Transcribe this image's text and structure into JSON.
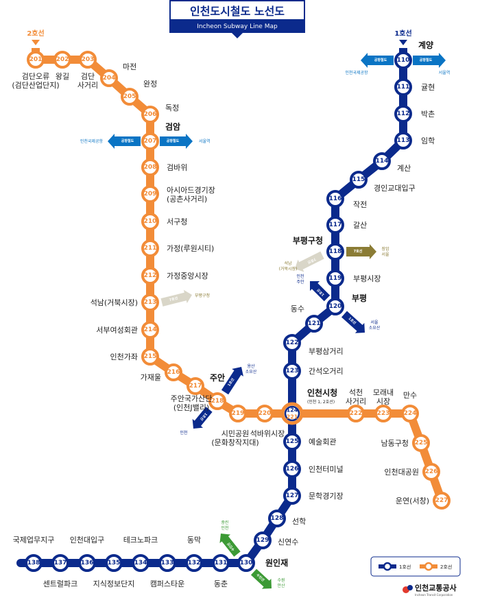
{
  "header": {
    "title": "인천도시철도 노선도",
    "subtitle": "Incheon Subway Line Map"
  },
  "colors": {
    "line1": "#0b2a8c",
    "line2": "#f28c38",
    "airport": "#0a74c4",
    "line7": "#8b7c35",
    "suin": "#3c9a35",
    "gyeongin": "#d9d6c8",
    "header_bg": "#0b2a8c"
  },
  "line_badges": {
    "line2": "2호선",
    "line1": "1호선"
  },
  "line1_stations": [
    {
      "code": "110",
      "name": "계양"
    },
    {
      "code": "111",
      "name": "귤현"
    },
    {
      "code": "112",
      "name": "박촌"
    },
    {
      "code": "113",
      "name": "임학"
    },
    {
      "code": "114",
      "name": "계산"
    },
    {
      "code": "115",
      "name": "경인교대입구"
    },
    {
      "code": "116",
      "name": "작전"
    },
    {
      "code": "117",
      "name": "갈산"
    },
    {
      "code": "118",
      "name": "부평구청"
    },
    {
      "code": "119",
      "name": "부평시장"
    },
    {
      "code": "120",
      "name": "부평"
    },
    {
      "code": "121",
      "name": "동수"
    },
    {
      "code": "122",
      "name": "부평삼거리"
    },
    {
      "code": "123",
      "name": "간석오거리"
    },
    {
      "code": "124",
      "name": "인천시청"
    },
    {
      "code": "125",
      "name": "예술회관"
    },
    {
      "code": "126",
      "name": "인천터미널"
    },
    {
      "code": "127",
      "name": "문학경기장"
    },
    {
      "code": "128",
      "name": "선학"
    },
    {
      "code": "129",
      "name": "신연수"
    },
    {
      "code": "130",
      "name": "원인재"
    },
    {
      "code": "131",
      "name": "동춘"
    },
    {
      "code": "132",
      "name": "동막"
    },
    {
      "code": "133",
      "name": "캠퍼스타운"
    },
    {
      "code": "134",
      "name": "테크노파크"
    },
    {
      "code": "135",
      "name": "지식정보단지"
    },
    {
      "code": "136",
      "name": "인천대입구"
    },
    {
      "code": "137",
      "name": "센트럴파크"
    },
    {
      "code": "138",
      "name": "국제업무지구"
    }
  ],
  "line2_stations": [
    {
      "code": "201",
      "name": "검단오류",
      "sub": "(검단산업단지)"
    },
    {
      "code": "202",
      "name": "왕길"
    },
    {
      "code": "203",
      "name": "검단",
      "sub": "사거리"
    },
    {
      "code": "204",
      "name": "마전"
    },
    {
      "code": "205",
      "name": "완정"
    },
    {
      "code": "206",
      "name": "독정"
    },
    {
      "code": "207",
      "name": "검암"
    },
    {
      "code": "208",
      "name": "검바위"
    },
    {
      "code": "209",
      "name": "아시아드경기장",
      "sub": "(공촌사거리)"
    },
    {
      "code": "210",
      "name": "서구청"
    },
    {
      "code": "211",
      "name": "가정(루원시티)"
    },
    {
      "code": "212",
      "name": "가정중앙시장"
    },
    {
      "code": "213",
      "name": "석남(거북시장)"
    },
    {
      "code": "214",
      "name": "서부여성회관"
    },
    {
      "code": "215",
      "name": "인천가좌"
    },
    {
      "code": "216",
      "name": "가재울"
    },
    {
      "code": "217",
      "name": "주안국가산단",
      "sub": "(인천J밸리)"
    },
    {
      "code": "218",
      "name": "주안"
    },
    {
      "code": "219",
      "name": "시민공원",
      "sub": "(문화창작지대)"
    },
    {
      "code": "220",
      "name": "석바위시장"
    },
    {
      "code": "221",
      "name": "인천시청"
    },
    {
      "code": "222",
      "name": "석천",
      "sub": "사거리"
    },
    {
      "code": "223",
      "name": "모래내",
      "sub": "시장"
    },
    {
      "code": "224",
      "name": "만수"
    },
    {
      "code": "225",
      "name": "남동구청"
    },
    {
      "code": "226",
      "name": "인천대공원"
    },
    {
      "code": "227",
      "name": "운연(서창)"
    }
  ],
  "interchange_note": "(인천 1, 2호선)",
  "transfers": {
    "gyeyang_left": {
      "line": "공항철도",
      "dest": "인천국제공항"
    },
    "gyeyang_right": {
      "line": "공항철도",
      "dest": "서울역"
    },
    "geomam_left": {
      "line": "공항철도",
      "dest": "인천국제공항"
    },
    "geomam_right": {
      "line": "공항철도",
      "dest": "서울역"
    },
    "bupyeonggu_right": {
      "line": "7호선",
      "dest1": "장암",
      "dest2": "서울"
    },
    "bupyeonggu_left": {
      "line": "7호선",
      "dest1": "석남",
      "dest2": "(거북시장)"
    },
    "seoknam": {
      "line": "7호선",
      "dest": "부평구청"
    },
    "bupyeong_left": {
      "line": "1호선",
      "dest1": "인천",
      "dest2": "주안"
    },
    "bupyeong_right": {
      "line": "1호선",
      "dest1": "서울",
      "dest2": "소요산"
    },
    "juan_up": {
      "line": "1호선",
      "dest1": "용산",
      "dest2": "소요산"
    },
    "juan_down": {
      "line": "1호선",
      "dest": "인천"
    },
    "woninjae_up": {
      "line": "수인선",
      "dest1": "중린",
      "dest2": "인천"
    },
    "woninjae_down": {
      "line": "수인선",
      "dest1": "수원",
      "dest2": "안산"
    }
  },
  "legend": {
    "line1": "1호선",
    "line2": "2호선"
  },
  "logo": {
    "name": "인천교통공사",
    "en": "Incheon Transit Corporation"
  }
}
